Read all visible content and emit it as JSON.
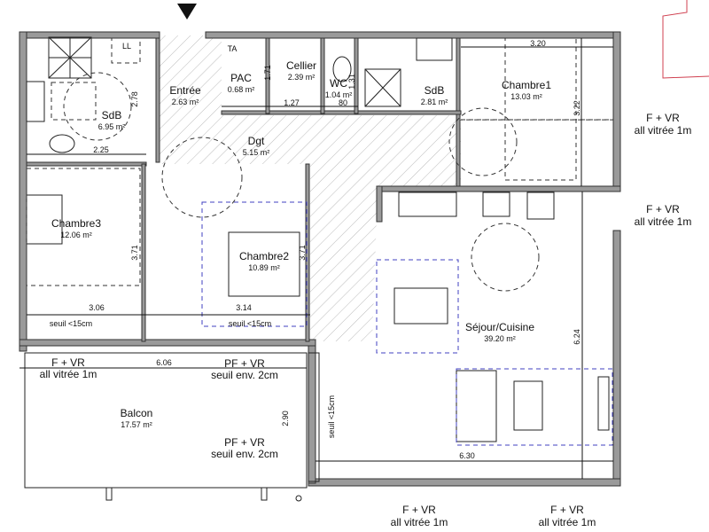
{
  "rooms": [
    {
      "name": "SdB",
      "area": "6.95 m²"
    },
    {
      "name": "Entrée",
      "area": "2.63 m²"
    },
    {
      "name": "PAC",
      "area": "0.68 m²"
    },
    {
      "name": "Cellier",
      "area": "2.39 m²"
    },
    {
      "name": "WC",
      "area": "1.04 m²"
    },
    {
      "name": "SdB",
      "area": "2.81 m²"
    },
    {
      "name": "Chambre1",
      "area": "13.03 m²"
    },
    {
      "name": "Dgt",
      "area": "5.15 m²"
    },
    {
      "name": "Chambre3",
      "area": "12.06 m²"
    },
    {
      "name": "Chambre2",
      "area": "10.89 m²"
    },
    {
      "name": "Séjour/Cuisine",
      "area": "39.20 m²"
    },
    {
      "name": "Balcon",
      "area": "17.57 m²"
    }
  ],
  "small_labels": {
    "ll": "LL",
    "ta": "TA"
  },
  "dimensions": [
    "2.78",
    "2.25",
    "1.71",
    "1.27",
    "1.31",
    "80",
    "3.20",
    "3.22",
    "3.71",
    "3.71",
    "3.06",
    "3.14",
    "6.06",
    "2.90",
    "6.24",
    "6.30"
  ],
  "thresholds": [
    "seuil <15cm",
    "seuil <15cm",
    "seuil <15cm"
  ],
  "openings": [
    {
      "type": "F + VR",
      "detail": "all vitrée 1m"
    },
    {
      "type": "F + VR",
      "detail": "all vitrée 1m"
    },
    {
      "type": "F + VR",
      "detail": "all vitrée 1m"
    },
    {
      "type": "PF + VR",
      "detail": "seuil env. 2cm"
    },
    {
      "type": "PF + VR",
      "detail": "seuil env. 2cm"
    },
    {
      "type": "F + VR",
      "detail": "all vitrée 1m"
    },
    {
      "type": "F + VR",
      "detail": "all vitrée 1m"
    }
  ],
  "colors": {
    "wall": "#9a9a9a",
    "furniture_dash": "#4040c0",
    "neighbor_outline": "#d04050"
  }
}
